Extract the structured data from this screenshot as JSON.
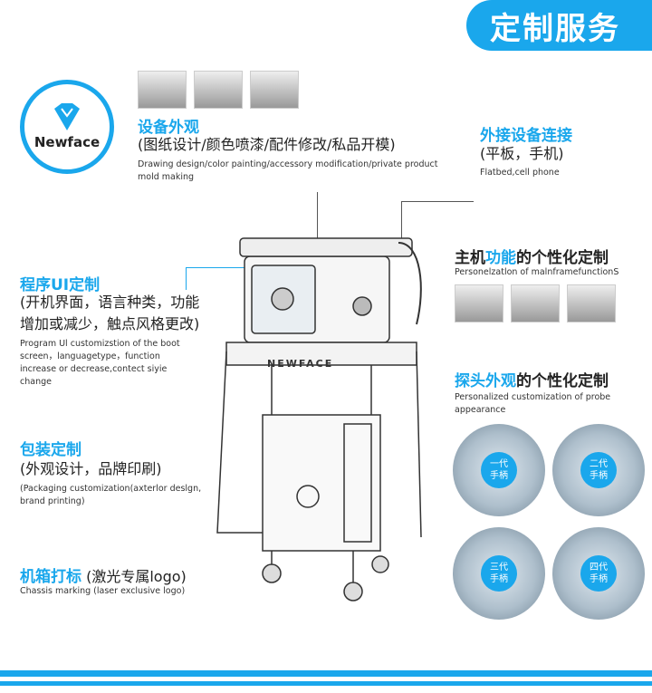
{
  "header": {
    "title": "定制服务"
  },
  "logo": {
    "brand": "Newface"
  },
  "sections": {
    "appearance": {
      "title": "设备外观",
      "cn": "(图纸设计/颜色喷漆/配件修改/私品开模)",
      "en": "Drawing design/color painting/accessory modification/private product mold making"
    },
    "external": {
      "title": "外接设备连接",
      "cn": "(平板，手机)",
      "en": "Flatbed,cell phone"
    },
    "program": {
      "title": "程序UI定制",
      "cn1": "(开机界面，语言种类，功能",
      "cn2": "增加或减少，触点风格更改)",
      "en": "Program Ul customizstion of the boot screen，languagetype，function increase or decrease,contect siyie change"
    },
    "packaging": {
      "title": "包装定制",
      "cn": "(外观设计，品牌印刷)",
      "en": "(Packaging customization(axterlor deslgn, brand printing)"
    },
    "chassis": {
      "title": "机箱打标",
      "cn": "(激光专属logo)",
      "en": "Chassis marking  (laser exclusive logo)"
    },
    "mainframe": {
      "title_a": "主机",
      "title_b": "功能",
      "title_c": "的个性化定制",
      "en": "Personelzatlon of malnframefunctionS"
    },
    "probe": {
      "title_a": "探头外观",
      "title_b": "的个性化定制",
      "en": "Personalized customization of probe appearance"
    }
  },
  "machine": {
    "brand": "NEWFACE"
  },
  "handles": [
    {
      "line1": "一代",
      "line2": "手柄"
    },
    {
      "line1": "二代",
      "line2": "手柄"
    },
    {
      "line1": "三代",
      "line2": "手柄"
    },
    {
      "line1": "四代",
      "line2": "手柄"
    }
  ],
  "colors": {
    "accent": "#1aa7ec"
  }
}
